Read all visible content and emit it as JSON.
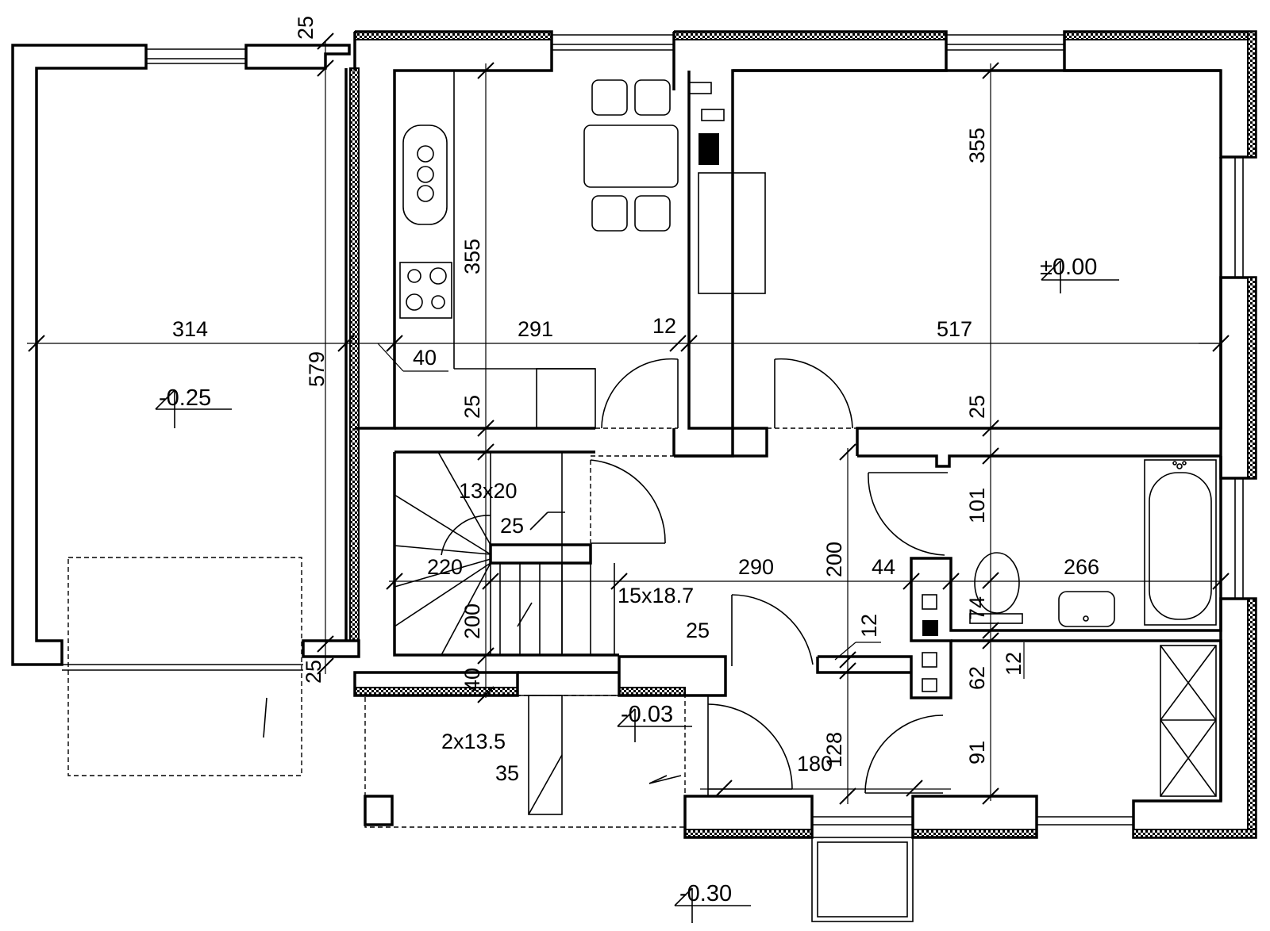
{
  "dimensions": {
    "garage_width": "314",
    "kitchen_width": "291",
    "partition": "12",
    "living_width": "517",
    "kitchen_depth": "355",
    "living_depth": "355",
    "garage_depth": "579",
    "wall_top": "25",
    "wall_bottom_garage": "25",
    "kitchen_bottom_wall": "25",
    "living_bottom_wall": "25",
    "wall_40_kitchen": "40",
    "stair_step_1": "13x20",
    "stair_tread_1": "25",
    "stair_run": "220",
    "stair_height": "200",
    "stair_wall_40": "40",
    "stair_step_2": "15x18.7",
    "stair_tread_2": "25",
    "hall_width": "290",
    "hall_depth": "200",
    "bath_partition": "44",
    "bath_width": "266",
    "bath_depth": "101",
    "wc_depth": "74",
    "wall_12_a": "12",
    "wall_12_b": "12",
    "wardrobe_62": "62",
    "wardrobe_91": "91",
    "entrance_128": "128",
    "entrance_180": "180",
    "entry_step": "2x13.5",
    "entry_tread": "35"
  },
  "levels": {
    "living": "±0.00",
    "garage": "-0.25",
    "entrance": "-0.03",
    "outside": "-0.30"
  }
}
